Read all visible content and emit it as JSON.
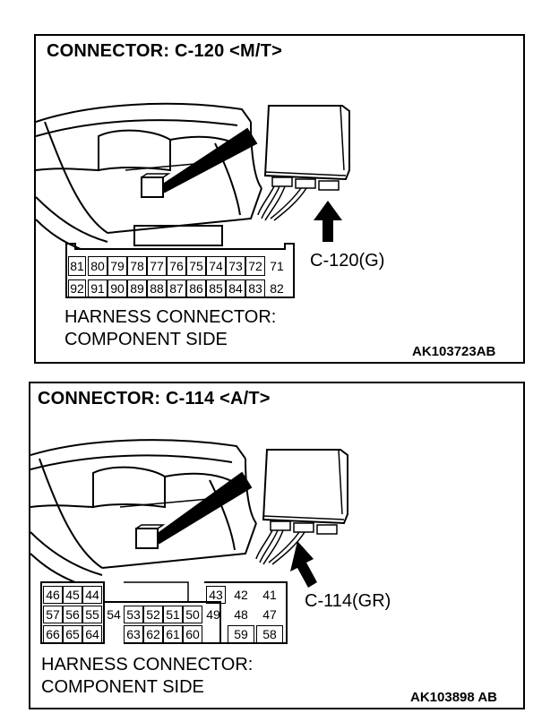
{
  "colors": {
    "line": "#000000",
    "background": "#ffffff"
  },
  "panels": [
    {
      "title": "CONNECTOR: C-120 <M/T>",
      "connector_label": "C-120(G)",
      "caption_line1": "HARNESS CONNECTOR:",
      "caption_line2": "COMPONENT SIDE",
      "code": "AK103723AB",
      "pins_row1": [
        "81",
        "80",
        "79",
        "78",
        "77",
        "76",
        "75",
        "74",
        "73",
        "72",
        "71"
      ],
      "pins_row2": [
        "92",
        "91",
        "90",
        "89",
        "88",
        "87",
        "86",
        "85",
        "84",
        "83",
        "82"
      ]
    },
    {
      "title": "CONNECTOR: C-114 <A/T>",
      "connector_label": "C-114(GR)",
      "caption_line1": "HARNESS CONNECTOR:",
      "caption_line2": "COMPONENT SIDE",
      "code": "AK103898 AB",
      "pins_left_row1": [
        "46",
        "45",
        "44"
      ],
      "pins_left_row2": [
        "57",
        "56",
        "55",
        "54",
        "53",
        "52",
        "51",
        "50",
        "49"
      ],
      "pins_left_row3": [
        "66",
        "65",
        "64"
      ],
      "pins_mid_row3": [
        "63",
        "62",
        "61",
        "60"
      ],
      "pins_right_row1": [
        "43",
        "42",
        "41"
      ],
      "pins_right_row2": [
        "48",
        "47"
      ],
      "pins_right_row3": [
        "59",
        "58"
      ]
    }
  ]
}
